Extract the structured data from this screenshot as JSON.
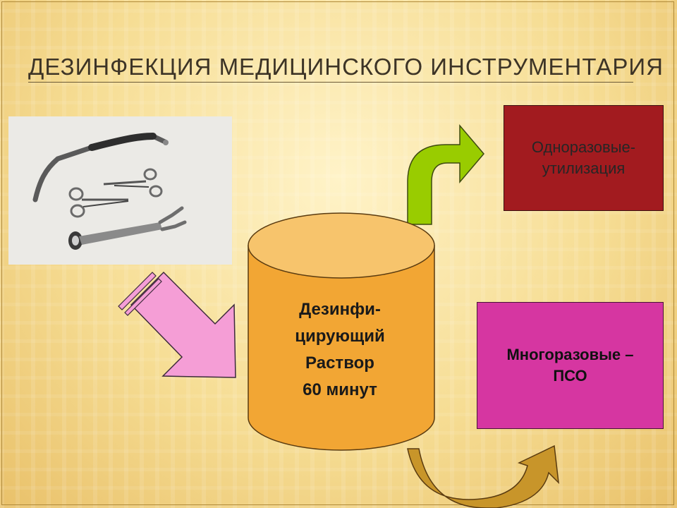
{
  "title": "ДЕЗИНФЕКЦИЯ МЕДИЦИНСКОГО ИНСТРУМЕНТАРИЯ",
  "cylinder_text": "Дезинфи-\nцирующий\nРаствор\n60 минут",
  "box_disposable": "Одноразовые-\nутилизация",
  "box_reusable": "Многоразовые –\nПСО",
  "colors": {
    "cylinder": "#f2a634",
    "disposable_box": "#a21b1f",
    "reusable_box": "#d636a1",
    "arrow_green": "#99cc00",
    "arrow_pink": "#f59ed6",
    "arrow_brown": "#c8952a"
  },
  "icons": [
    "surgical-instruments-photo",
    "pink-arrow-icon",
    "green-arrow-icon",
    "brown-arrow-icon"
  ]
}
